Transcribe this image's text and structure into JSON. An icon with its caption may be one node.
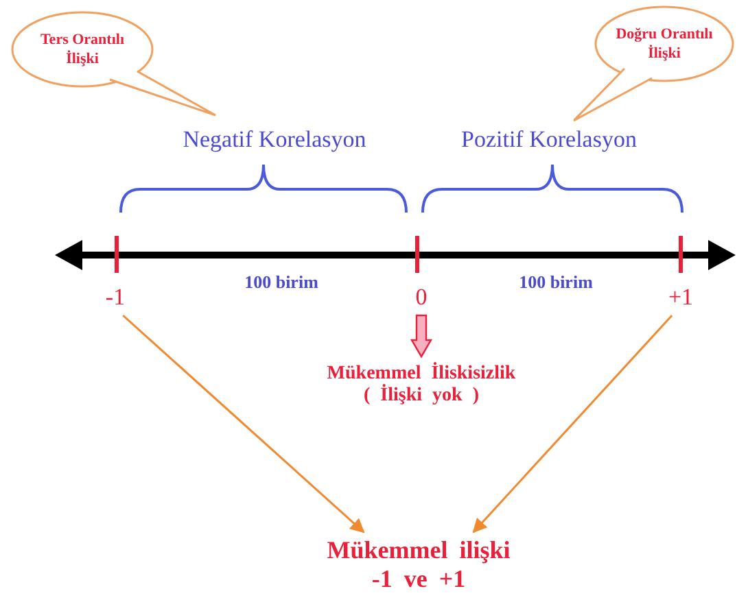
{
  "diagram": {
    "nodes": [
      {
        "text": [
          "Ters Orantılı İlişki"
        ]
      },
      {
        "text": [
          "Doğru Orantılı İlişki"
        ]
      },
      {
        "text": [
          "-1"
        ]
      },
      {
        "text": [
          "0"
        ]
      },
      {
        "text": [
          "+1"
        ]
      },
      {
        "text": [
          "Mükemmel İliskisizlik",
          "( İlişki yok )"
        ]
      },
      {
        "text": [
          "Mükemmel ilişki",
          "-1 ve +1"
        ]
      }
    ],
    "edges": [
      {
        "from": 3,
        "to": 5,
        "arrow": "to",
        "style": "thick",
        "color": "#e8203a"
      },
      {
        "from": 2,
        "to": 6,
        "arrow": "to"
      },
      {
        "from": 4,
        "to": 6,
        "arrow": "to"
      }
    ],
    "labels": [
      "Negatif Korelasyon",
      "Pozitif Korelasyon",
      "100 birim",
      "100 birim"
    ]
  }
}
